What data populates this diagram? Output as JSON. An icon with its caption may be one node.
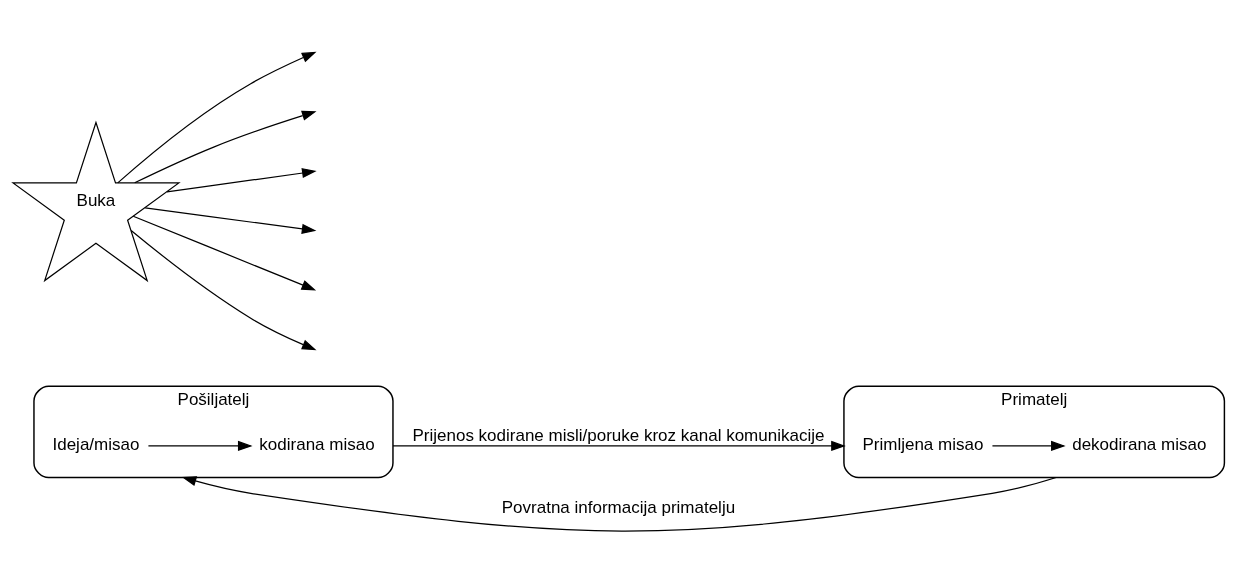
{
  "diagram": {
    "nodes": [
      {
        "text": [
          "Pošiljatelj"
        ]
      },
      {
        "text": [
          "Ideja/misao"
        ],
        "in": 0
      },
      {
        "text": [
          "kodirana misao"
        ],
        "in": 0
      },
      {
        "text": [
          "Buka"
        ]
      },
      {
        "text": [
          "Primatelj"
        ]
      },
      {
        "text": [
          "Primljena misao"
        ],
        "in": 4
      },
      {
        "text": [
          "dekodirana misao"
        ],
        "in": 4
      }
    ],
    "edges": [
      {
        "from": 1,
        "to": 2,
        "arrow": "to"
      },
      {
        "from": 5,
        "to": 6,
        "arrow": "to"
      },
      {
        "from": 0,
        "to": 4,
        "label": "Prijenos kodirane misli/poruke kroz kanal komunikacije",
        "arrow": "to"
      },
      {
        "from": 4,
        "to": 0,
        "label": "Povratna informacija primatelju",
        "arrow": "to"
      },
      {
        "from": 3,
        "to": null,
        "arrow": "to"
      },
      {
        "from": 3,
        "to": null,
        "arrow": "to"
      },
      {
        "from": 3,
        "to": null,
        "arrow": "to"
      },
      {
        "from": 3,
        "to": null,
        "arrow": "to"
      },
      {
        "from": 3,
        "to": null,
        "arrow": "to"
      },
      {
        "from": 3,
        "to": null,
        "arrow": "to"
      }
    ]
  }
}
